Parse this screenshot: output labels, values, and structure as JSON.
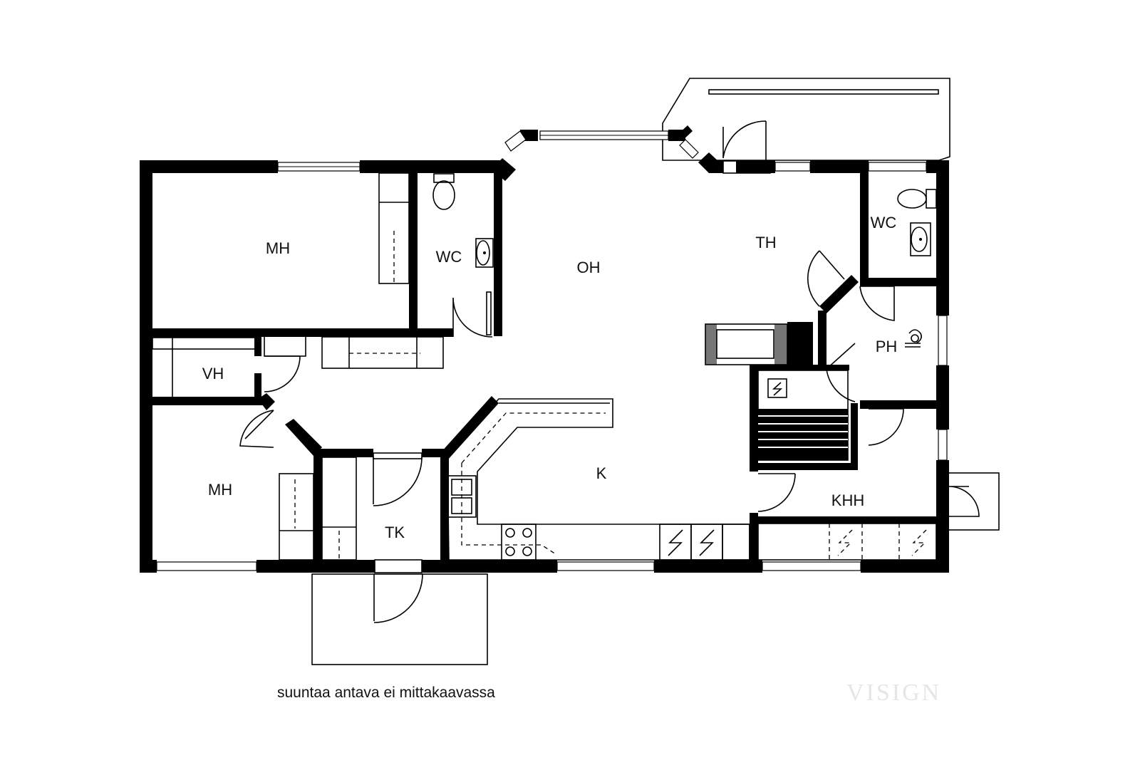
{
  "rooms": {
    "mh_top": "MH",
    "wc_left": "WC",
    "oh": "OH",
    "th": "TH",
    "wc_right": "WC",
    "ph": "PH",
    "vh": "VH",
    "mh_bottom": "MH",
    "k": "K",
    "tk": "TK",
    "khh": "KHH"
  },
  "caption": "suuntaa antava ei mittakaavassa",
  "watermark": "VISIGN",
  "colors": {
    "wall": "#000000",
    "background": "#ffffff",
    "watermark": "#e6e6e6"
  }
}
